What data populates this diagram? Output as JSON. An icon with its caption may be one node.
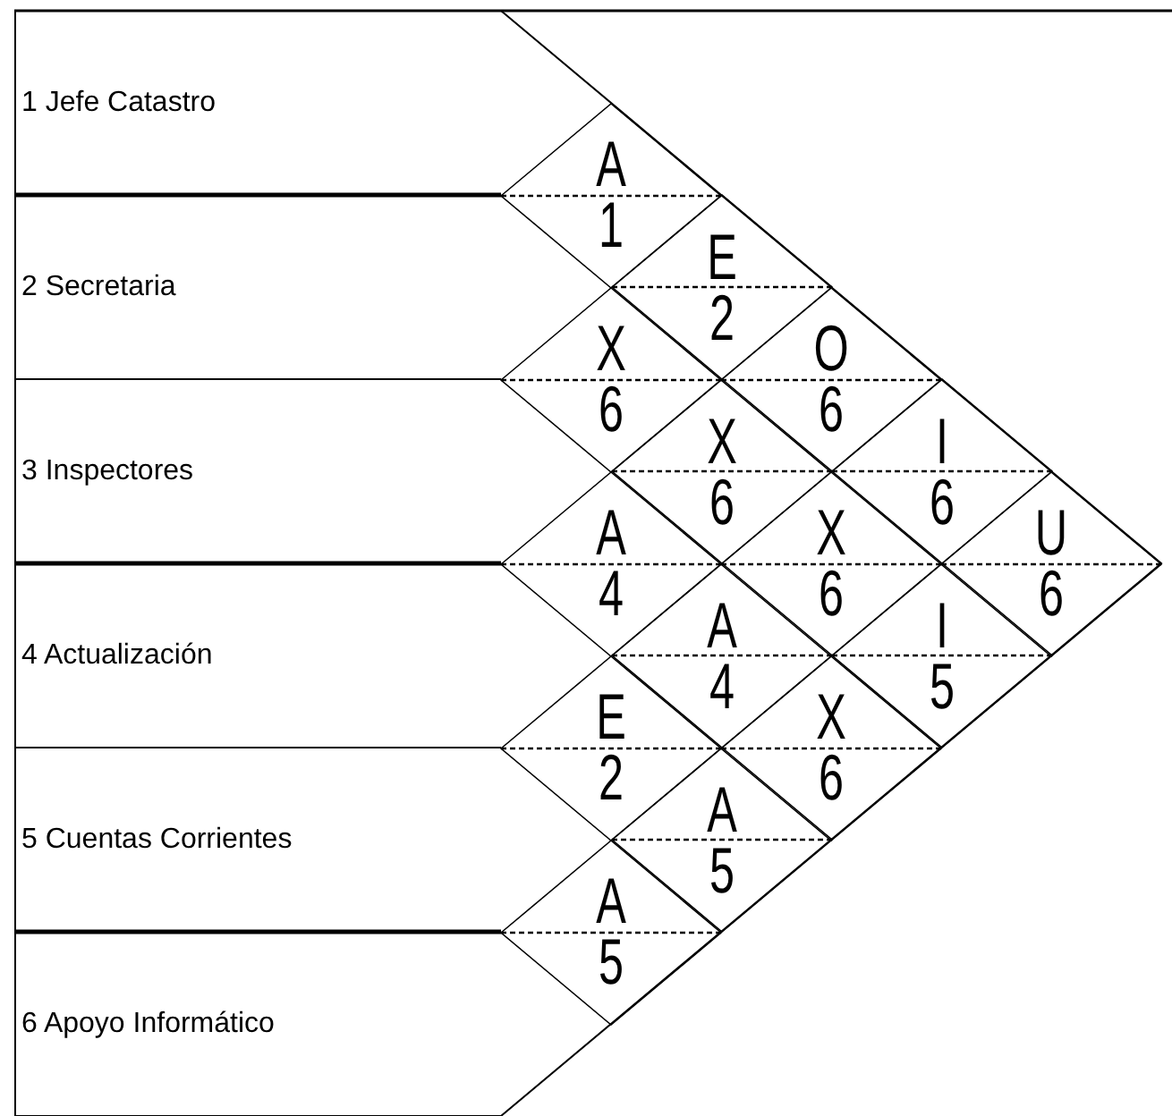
{
  "diagram": {
    "nodes": [
      {
        "text": [
          "1 Jefe Catastro"
        ]
      },
      {
        "text": [
          "2 Secretaria"
        ]
      },
      {
        "text": [
          "3 Inspectores"
        ]
      },
      {
        "text": [
          "4 Actualización"
        ]
      },
      {
        "text": [
          "5 Cuentas Corrientes"
        ]
      },
      {
        "text": [
          "6 Apoyo Informático"
        ]
      },
      {
        "text": [
          "A",
          "1"
        ]
      },
      {
        "text": [
          "E",
          "2"
        ]
      },
      {
        "text": [
          "O",
          "6"
        ]
      },
      {
        "text": [
          "I",
          "6"
        ]
      },
      {
        "text": [
          "U",
          "6"
        ]
      },
      {
        "text": [
          "X",
          "6"
        ]
      },
      {
        "text": [
          "X",
          "6"
        ]
      },
      {
        "text": [
          "X",
          "6"
        ]
      },
      {
        "text": [
          "I",
          "5"
        ]
      },
      {
        "text": [
          "A",
          "4"
        ]
      },
      {
        "text": [
          "A",
          "4"
        ]
      },
      {
        "text": [
          "X",
          "6"
        ]
      },
      {
        "text": [
          "E",
          "2"
        ]
      },
      {
        "text": [
          "A",
          "5"
        ]
      },
      {
        "text": [
          "A",
          "5"
        ]
      }
    ]
  }
}
